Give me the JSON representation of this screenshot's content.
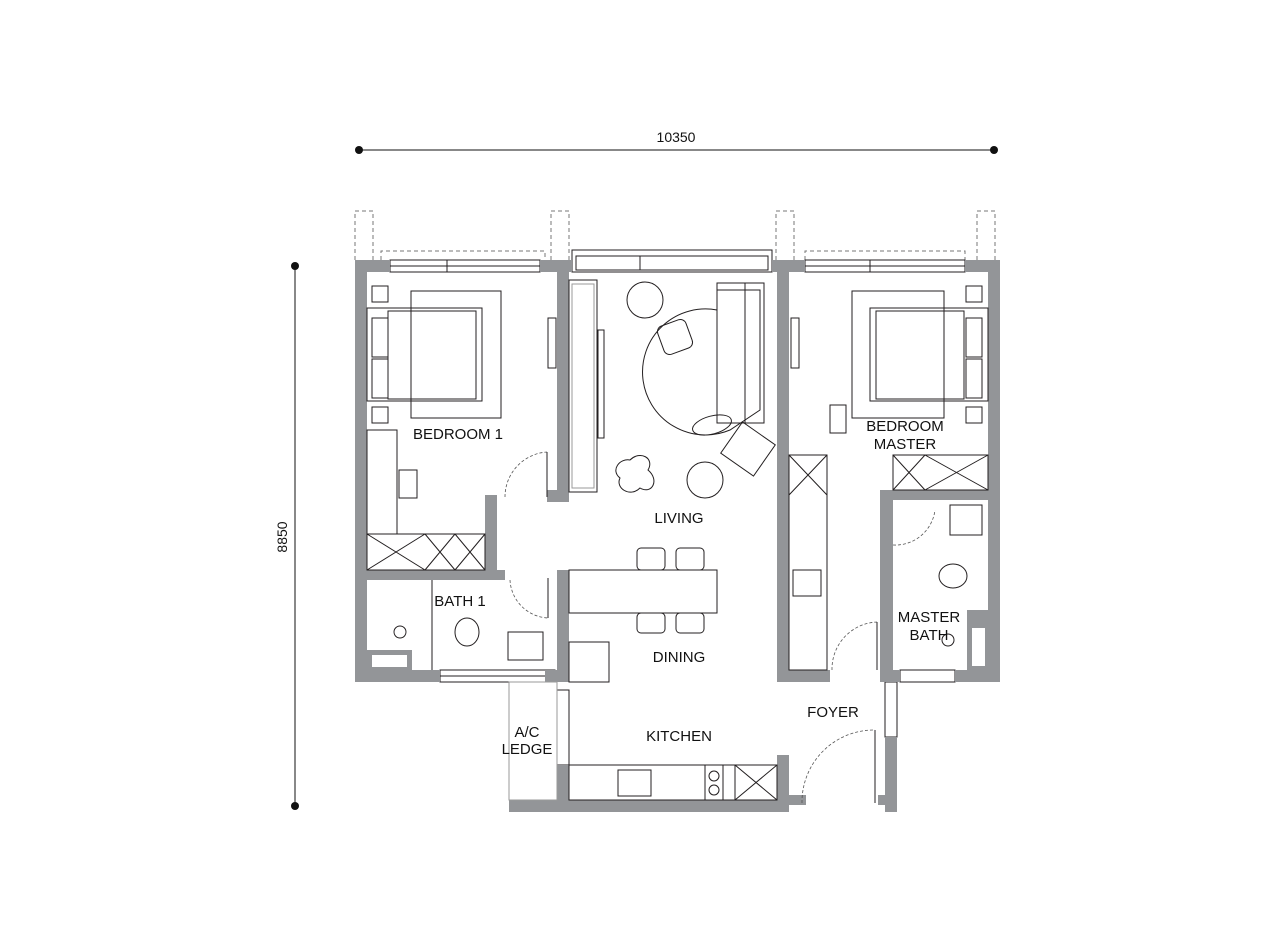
{
  "plan": {
    "dimensions": {
      "width": "10350",
      "height": "8850"
    },
    "rooms": {
      "bedroom1": "BEDROOM 1",
      "living": "LIVING",
      "bedroom_master_1": "BEDROOM",
      "bedroom_master_2": "MASTER",
      "bath1": "BATH 1",
      "dining": "DINING",
      "master_bath_1": "MASTER",
      "master_bath_2": "BATH",
      "ac_ledge_1": "A/C",
      "ac_ledge_2": "LEDGE",
      "kitchen": "KITCHEN",
      "foyer": "FOYER"
    },
    "colors": {
      "wall": "#939598",
      "line": "#231f20"
    }
  }
}
